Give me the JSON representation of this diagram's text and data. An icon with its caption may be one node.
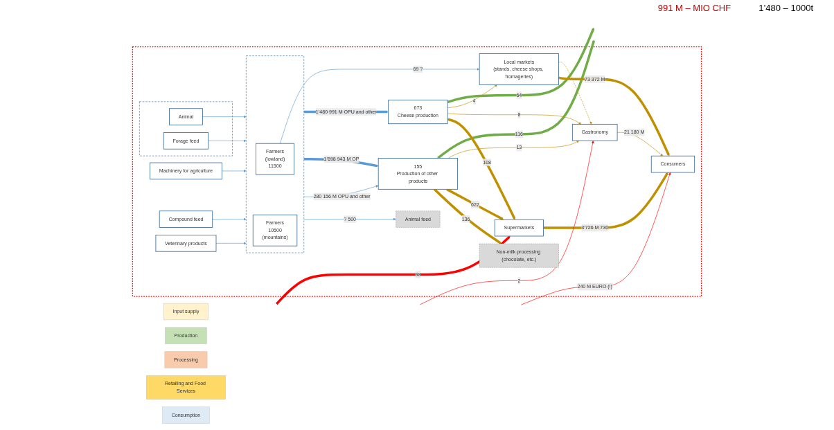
{
  "diagram": {
    "nodes": [
      {
        "text": [],
        "shape": "box"
      },
      {
        "text": [],
        "shape": "box",
        "in": 0
      },
      {
        "text": [
          "Animal"
        ],
        "in": 1
      },
      {
        "text": [
          "Forage feed"
        ],
        "in": 1
      },
      {
        "text": [],
        "shape": "box",
        "in": 0
      },
      {
        "text": [
          "Farmers",
          "(lowland)",
          "11500"
        ],
        "in": 4
      },
      {
        "text": [
          "Farmers",
          "10500",
          "(mountains)"
        ],
        "in": 4
      },
      {
        "text": [
          "Machinery for agriculture"
        ],
        "in": 0
      },
      {
        "text": [
          "Compound feed"
        ],
        "in": 0
      },
      {
        "text": [
          "Veterinary products"
        ],
        "in": 0
      },
      {
        "text": [
          "Animal feed"
        ],
        "in": 0
      },
      {
        "text": [
          "673",
          "Cheese production"
        ],
        "in": 0
      },
      {
        "text": [
          "155",
          "Production of other products"
        ],
        "in": 0
      },
      {
        "text": [
          "Non-milk processing (chocolate, etc.)"
        ],
        "in": 0
      },
      {
        "text": [
          "Local markets",
          "(stands, cheese shops, fromageries)"
        ],
        "in": 0
      },
      {
        "text": [
          "Gastronomy"
        ],
        "in": 0
      },
      {
        "text": [
          "Supermarkets"
        ],
        "in": 0
      },
      {
        "text": [
          "Consumers"
        ],
        "in": 0
      },
      {
        "text": [
          "Input supply"
        ]
      },
      {
        "text": [
          "Production"
        ]
      },
      {
        "text": [
          "Processing"
        ]
      },
      {
        "text": [
          "Retailing and Food Services"
        ]
      },
      {
        "text": [
          "Consumption"
        ]
      }
    ],
    "edges": [
      {
        "from": 2,
        "to": 4,
        "arrow": "to",
        "color": "#5b9bd5"
      },
      {
        "from": 3,
        "to": 4,
        "arrow": "to",
        "color": "#5b9bd5"
      },
      {
        "from": 7,
        "to": 4,
        "arrow": "to",
        "color": "#5b9bd5"
      },
      {
        "from": 8,
        "to": 4,
        "arrow": "to",
        "color": "#5b9bd5"
      },
      {
        "from": 9,
        "to": 4,
        "arrow": "to",
        "color": "#5b9bd5"
      },
      {
        "from": 5,
        "to": 14,
        "arrow": "to",
        "label": "69 ?",
        "color": "#5b9bd5"
      },
      {
        "from": 4,
        "to": 11,
        "arrow": "to",
        "label": "1’480 991 M OPU and other",
        "style": "thick",
        "color": "#5b9bd5"
      },
      {
        "from": 4,
        "to": 12,
        "arrow": "to",
        "label": "1’698 943 M OP",
        "style": "thick",
        "color": "#5b9bd5"
      },
      {
        "from": 4,
        "to": 12,
        "arrow": "to",
        "label": "280 156 M OPU and other",
        "color": "#5b9bd5"
      },
      {
        "from": 4,
        "to": 10,
        "arrow": "to",
        "label": "? 500",
        "color": "#5b9bd5"
      },
      {
        "from": 11,
        "to": null,
        "arrow": "to",
        "label": "64",
        "style": "thick",
        "color": "#70ad47"
      },
      {
        "from": 12,
        "to": null,
        "arrow": "to",
        "label": "116",
        "style": "thick",
        "color": "#70ad47"
      },
      {
        "from": 11,
        "to": 14,
        "arrow": "to",
        "label": "4",
        "color": "#bf9000"
      },
      {
        "from": 11,
        "to": 15,
        "arrow": "to",
        "label": "8",
        "color": "#bf9000"
      },
      {
        "from": 11,
        "to": 16,
        "arrow": "to",
        "label": "108",
        "style": "thick",
        "color": "#bf9000"
      },
      {
        "from": 12,
        "to": 15,
        "arrow": "to",
        "label": "13",
        "color": "#bf9000"
      },
      {
        "from": 12,
        "to": 16,
        "arrow": "to",
        "label": "622",
        "style": "thick",
        "color": "#bf9000"
      },
      {
        "from": 12,
        "to": 13,
        "arrow": "to",
        "label": "136",
        "style": "thick",
        "color": "#bf9000"
      },
      {
        "from": 14,
        "to": 15,
        "arrow": "to",
        "style": "dashed",
        "color": "#bf9000"
      },
      {
        "from": 14,
        "to": 17,
        "arrow": "to",
        "label": "73 372 M",
        "style": "thick",
        "color": "#bf9000"
      },
      {
        "from": 15,
        "to": 17,
        "arrow": "to",
        "label": "21 180 M",
        "color": "#bf9000"
      },
      {
        "from": 16,
        "to": 17,
        "arrow": "to",
        "label": "3’726 M 730",
        "style": "thick",
        "color": "#bf9000"
      },
      {
        "from": null,
        "to": 15,
        "arrow": "to",
        "label": "2",
        "color": "#ff0000"
      },
      {
        "from": null,
        "to": 16,
        "arrow": "to",
        "label": "98",
        "style": "thick",
        "color": "#ff0000"
      },
      {
        "from": null,
        "to": 17,
        "arrow": "to",
        "label": "240 M EURO (!)",
        "color": "#ff0000"
      }
    ],
    "labels": [
      "991 M – MIO CHF",
      "1’480 – 1000t"
    ]
  }
}
